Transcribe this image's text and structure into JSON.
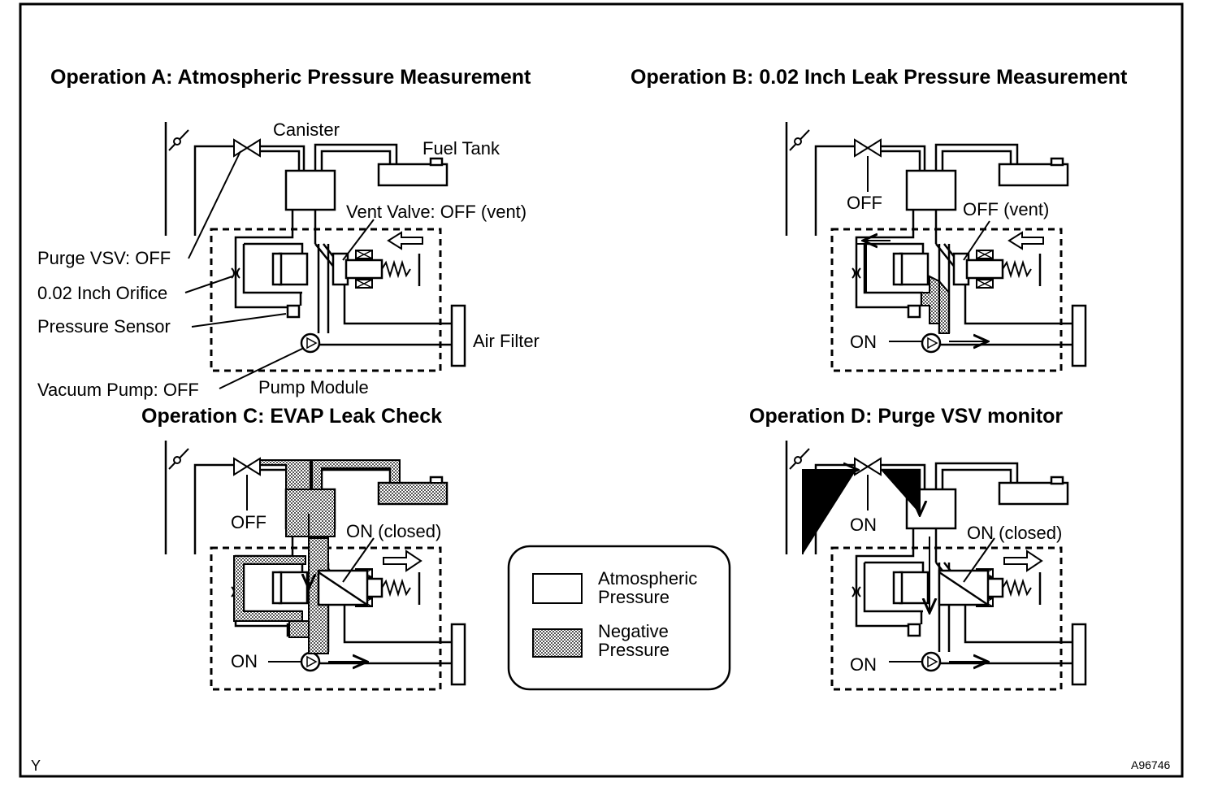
{
  "panels": {
    "a": {
      "title": "Operation A: Atmospheric Pressure Measurement",
      "labels": {
        "canister": "Canister",
        "fuel_tank": "Fuel Tank",
        "vent_valve": "Vent Valve: OFF (vent)",
        "purge_vsv": "Purge VSV: OFF",
        "orifice": "0.02 Inch Orifice",
        "pressure_sensor": "Pressure Sensor",
        "air_filter": "Air Filter",
        "vacuum_pump": "Vacuum Pump: OFF",
        "pump_module": "Pump Module"
      }
    },
    "b": {
      "title": "Operation B: 0.02 Inch Leak Pressure Measurement",
      "labels": {
        "purge_vsv": "OFF",
        "vent_valve": "OFF (vent)",
        "vacuum_pump": "ON"
      }
    },
    "c": {
      "title": "Operation C: EVAP Leak Check",
      "labels": {
        "purge_vsv": "OFF",
        "vent_valve": "ON (closed)",
        "vacuum_pump": "ON"
      }
    },
    "d": {
      "title": "Operation D: Purge VSV monitor",
      "labels": {
        "purge_vsv": "ON",
        "vent_valve": "ON (closed)",
        "vacuum_pump": "ON"
      }
    }
  },
  "legend": {
    "atmospheric_line1": "Atmospheric",
    "atmospheric_line2": "Pressure",
    "negative_line1": "Negative",
    "negative_line2": "Pressure"
  },
  "corner_left": "Y",
  "corner_right": "A96746"
}
